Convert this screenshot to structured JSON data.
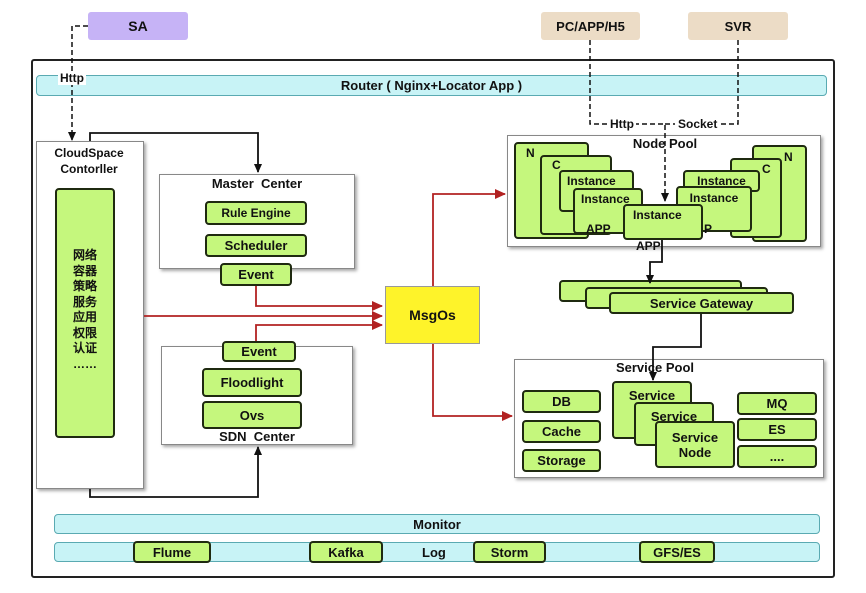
{
  "clients": {
    "sa": "SA",
    "pc": "PC/APP/H5",
    "svr": "SVR"
  },
  "router": "Router ( Nginx+Locator App )",
  "edge_labels": {
    "http_left": "Http",
    "http_right": "Http",
    "socket": "Socket"
  },
  "cloudspace": {
    "title": "CloudSpace Contorller",
    "items": [
      "网络",
      "容器",
      "策略",
      "服务",
      "应用",
      "权限",
      "认证",
      "……"
    ]
  },
  "master_center": {
    "title": "Master  Center",
    "rule_engine": "Rule Engine",
    "scheduler": "Scheduler",
    "event": "Event"
  },
  "sdn_center": {
    "title": "SDN  Center",
    "event": "Event",
    "floodlight": "Floodlight",
    "ovs": "Ovs"
  },
  "msgos": "MsgOs",
  "node_pool": {
    "title": "Node Pool",
    "n": "N",
    "c": "C",
    "instance": "Instance",
    "app": "APP",
    "p": "P"
  },
  "service_gateway": "Service Gateway",
  "service_pool": {
    "title": "Service Pool",
    "db": "DB",
    "cache": "Cache",
    "storage": "Storage",
    "service": "Service",
    "service_node": "Service Node",
    "mq": "MQ",
    "es": "ES",
    "more": "...."
  },
  "monitor": "Monitor",
  "log": {
    "label": "Log",
    "flume": "Flume",
    "kafka": "Kafka",
    "storm": "Storm",
    "gfs": "GFS/ES"
  },
  "colors": {
    "green": "#c5f77d",
    "cyan": "#c8f3f6",
    "sa": "#c6b3f6",
    "client": "#ecdcc6",
    "msgos": "#fef32a",
    "arrow_red": "#b22222"
  }
}
